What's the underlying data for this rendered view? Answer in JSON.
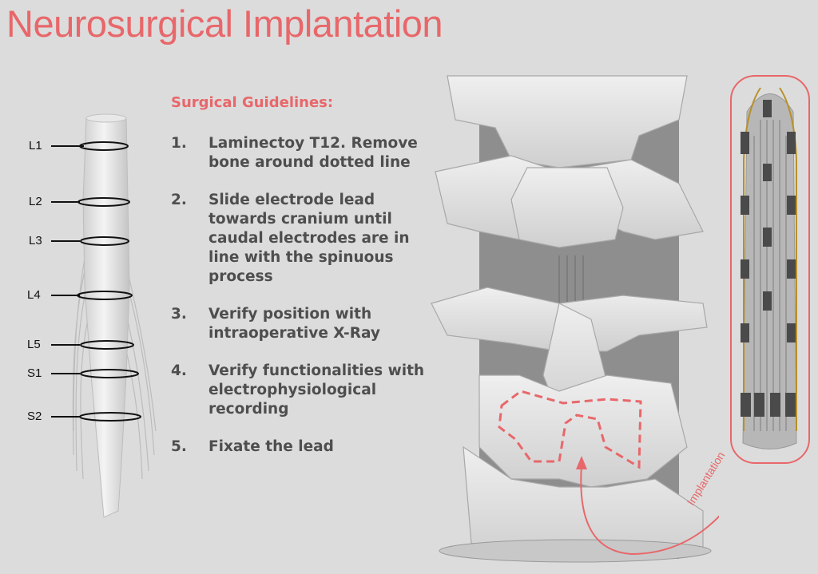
{
  "title": "Neurosurgical Implantation",
  "guidelines": {
    "heading": "Surgical Guidelines:",
    "steps": [
      {
        "num": "1.",
        "text": "Laminectoy T12. Remove bone around dotted line"
      },
      {
        "num": "2.",
        "text": "Slide electrode lead towards cranium until caudal electrodes are in line with the spinuous process"
      },
      {
        "num": "3.",
        "text": "Verify position with intraoperative X-Ray"
      },
      {
        "num": "4.",
        "text": "Verify functionalities with electrophysiological recording"
      },
      {
        "num": "5.",
        "text": "Fixate the lead"
      }
    ]
  },
  "spinal_cord": {
    "segments": [
      "L1",
      "L2",
      "L3",
      "L4",
      "L5",
      "S1",
      "S2"
    ]
  },
  "implant_arrow_label": "Implantation",
  "colors": {
    "accent": "#e8676a",
    "text": "#4e4e4e",
    "background": "#dcdcdc",
    "lead_trace": "#b8902a"
  }
}
